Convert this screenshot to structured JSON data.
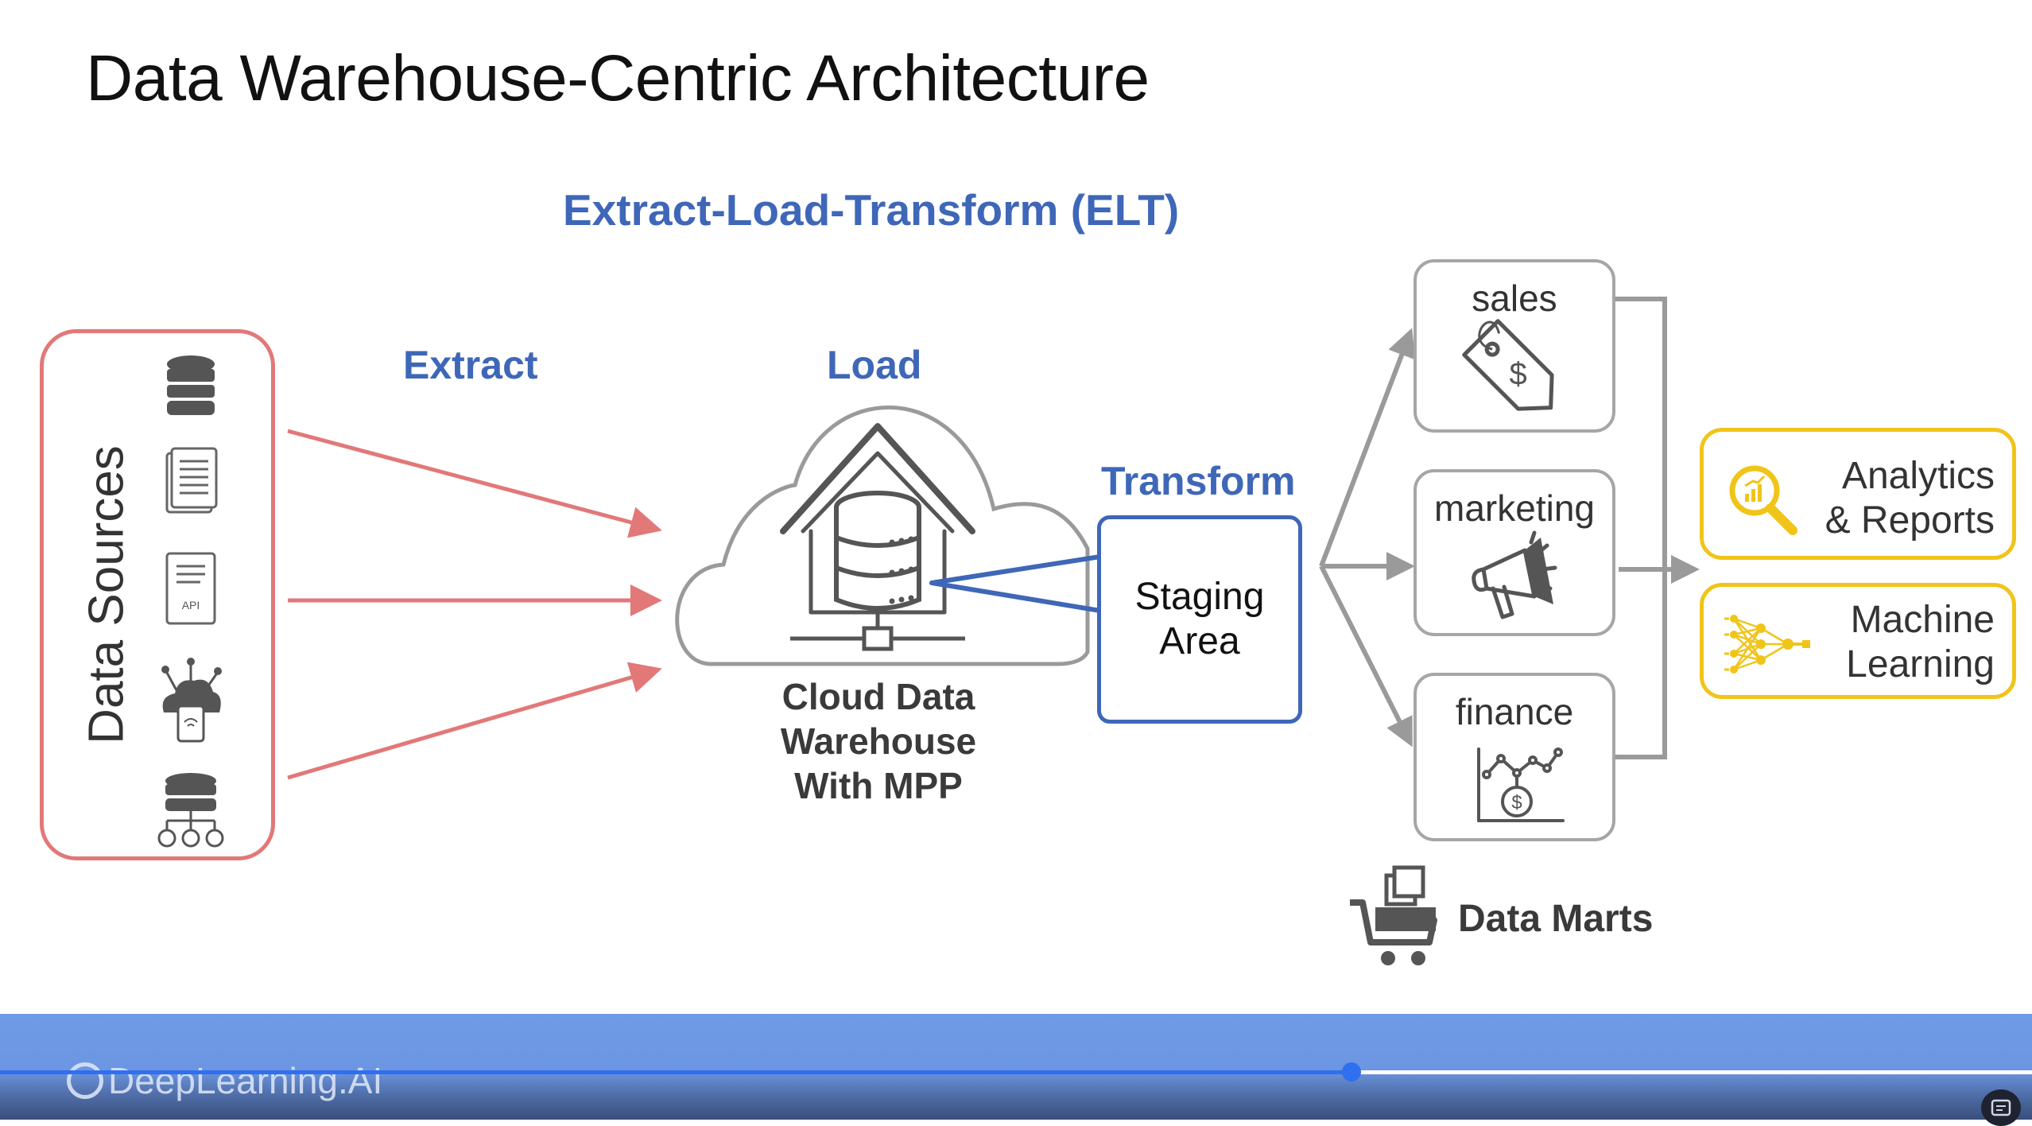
{
  "slide": {
    "title": "Data Warehouse-Centric Architecture",
    "elt_title": "Extract-Load-Transform (ELT)",
    "extract_label": "Extract",
    "load_label": "Load",
    "transform_label": "Transform",
    "data_sources_label": "Data Sources",
    "cloud_caption": "Cloud Data\nWarehouse\nWith MPP",
    "staging_label": "Staging\nArea",
    "data_marts": [
      {
        "label": "sales",
        "icon": "price-tag-icon"
      },
      {
        "label": "marketing",
        "icon": "megaphone-icon"
      },
      {
        "label": "finance",
        "icon": "finance-chart-icon"
      }
    ],
    "data_marts_label": "Data Marts",
    "outputs": [
      {
        "label": "Analytics\n& Reports",
        "icon": "analytics-magnifier-icon"
      },
      {
        "label": "Machine\nLearning",
        "icon": "neural-network-icon"
      }
    ],
    "source_icons": [
      "database-icon",
      "document-icon",
      "api-document-icon",
      "iot-cloud-icon",
      "distributed-database-icon"
    ],
    "colors": {
      "accent_blue": "#3f67b8",
      "sources_red": "#e27878",
      "output_yellow": "#f0c419",
      "gray": "#9a9a9a"
    }
  },
  "player": {
    "brand": "DeepLearning.AI",
    "progress_fraction": 0.665
  }
}
